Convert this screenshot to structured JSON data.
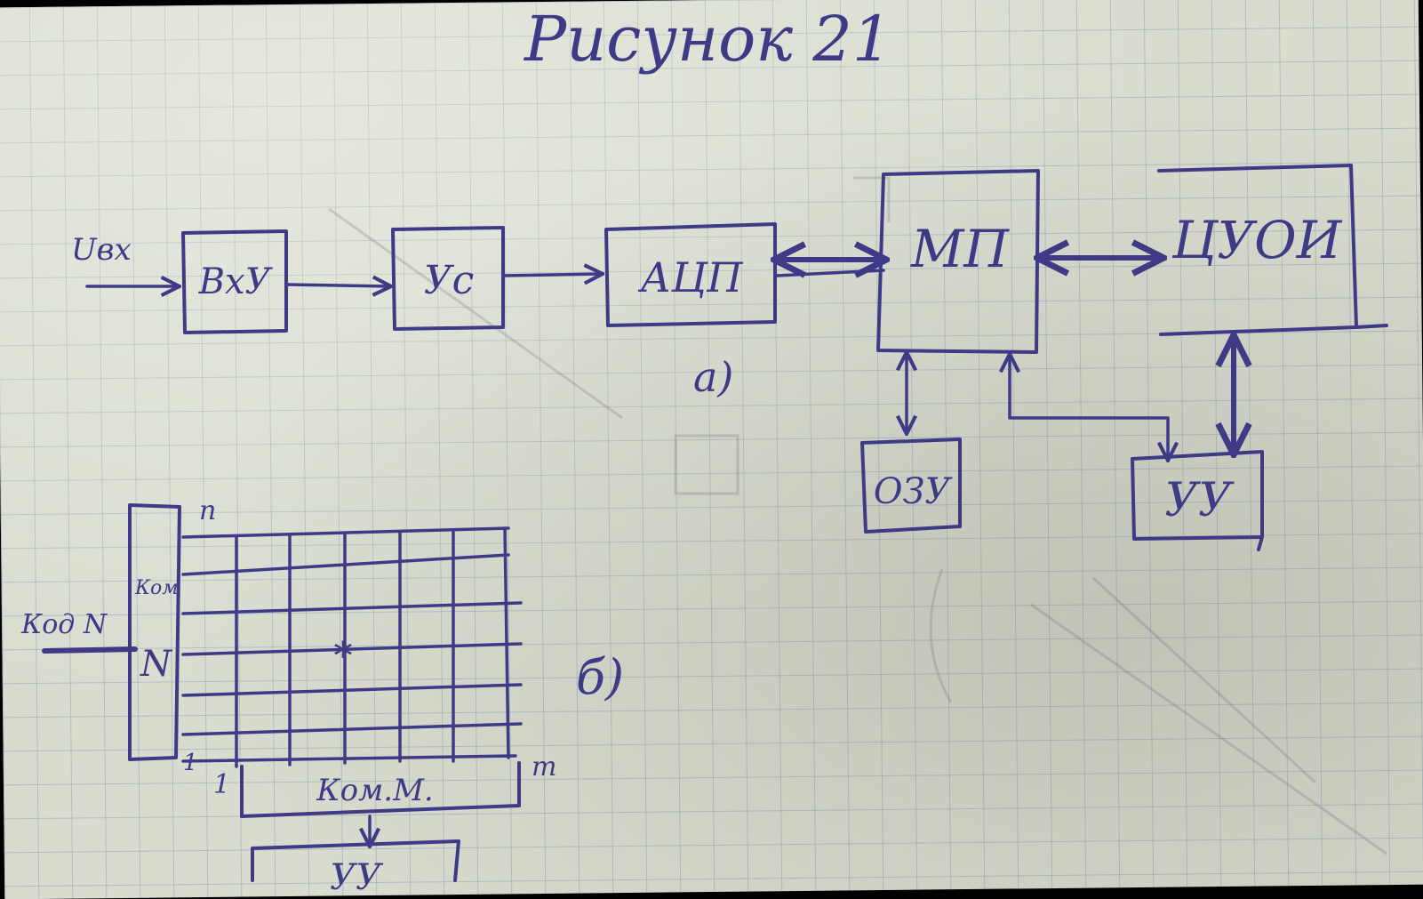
{
  "title": "Рисунок 21",
  "colors": {
    "ink": "#3e3a86",
    "paper": "#d9dccf",
    "grid": "#8ca5b9"
  },
  "diagram_a": {
    "caption": "а)",
    "input_label": "Uвх",
    "blocks": {
      "vxu": "ВхУ",
      "us": "Ус",
      "acp": "АЦП",
      "mp": "МП",
      "cuoi": "ЦУОИ",
      "ozu": "ОЗУ",
      "uu": "УУ"
    }
  },
  "diagram_b": {
    "caption": "б)",
    "input_label": "Код N",
    "commutator_n_label": "Ком",
    "commutator_n_value": "N",
    "commutator_m_label": "Ком.М.",
    "control_label": "УУ",
    "corner_n": "n",
    "corner_m": "m",
    "index_row": "1",
    "index_col": "1",
    "selected_mark": "*"
  }
}
